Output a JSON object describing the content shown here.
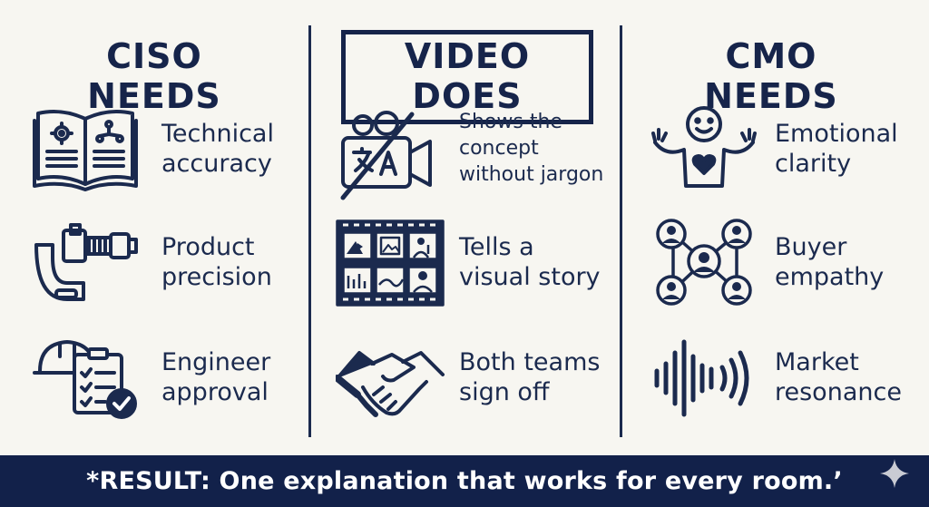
{
  "columns": [
    {
      "title": "CISO NEEDS",
      "items": [
        {
          "icon": "technical-manual-icon",
          "label": "Technical\naccuracy"
        },
        {
          "icon": "micrometer-icon",
          "label": "Product\nprecision"
        },
        {
          "icon": "hardhat-checklist-icon",
          "label": "Engineer\napproval"
        }
      ]
    },
    {
      "title": "VIDEO DOES",
      "items": [
        {
          "icon": "no-jargon-camera-icon",
          "label": "Shows the\nconcept\nwithout jargon"
        },
        {
          "icon": "film-strip-icon",
          "label": "Tells a\nvisual story"
        },
        {
          "icon": "handshake-icon",
          "label": "Both teams\nsign off"
        }
      ]
    },
    {
      "title": "CMO NEEDS",
      "items": [
        {
          "icon": "happy-person-heart-icon",
          "label": "Emotional\nclarity"
        },
        {
          "icon": "people-network-icon",
          "label": "Buyer\nempathy"
        },
        {
          "icon": "sound-wave-icon",
          "label": "Market\nresonance"
        }
      ]
    }
  ],
  "banner": {
    "text": "*RESULT: One explanation that works for every room.’"
  },
  "colors": {
    "navy": "#12214a",
    "background": "#f7f6f1",
    "text": "#1b2a4e"
  }
}
